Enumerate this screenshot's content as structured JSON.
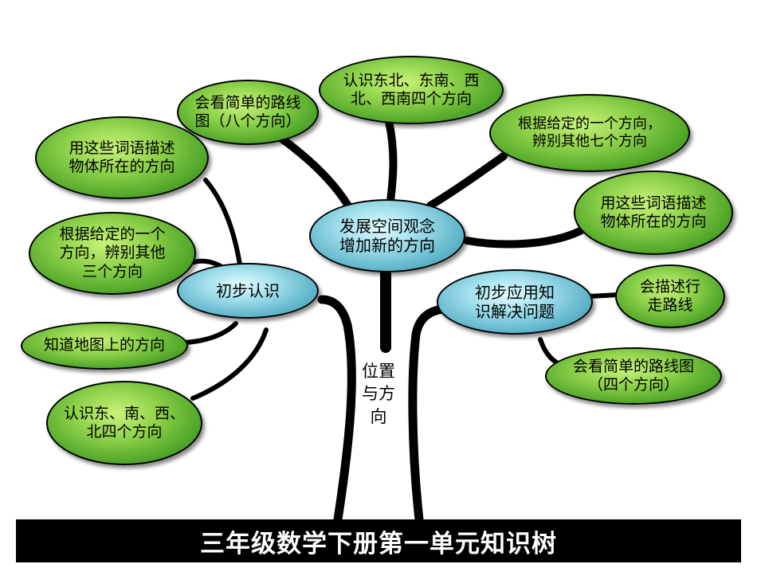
{
  "title": "三年级数学下册第一单元知识树",
  "trunk_label": "位置\n与方\n向",
  "hubs": {
    "left": "初步认识",
    "center": "发展空间观念\n增加新的方向",
    "right": "初步应用知\n识解决问题"
  },
  "left_leaves": [
    "用这些词语描述\n物体所在的方向",
    "根据给定的一个\n方向，辨别其他\n三个方向",
    "知道地图上的方向",
    "认识东、南、西、\n北四个方向"
  ],
  "center_leaves": [
    "会看简单的路线\n图（八个方向）",
    "认识东北、东南、西\n北、西南四个方向",
    "根据给定的一个方向，\n辨别其他七个方向",
    "用这些词语描述\n物体所在的方向"
  ],
  "right_leaves": [
    "会描述行\n走路线",
    "会看简单的路线图\n（四个方向）"
  ]
}
